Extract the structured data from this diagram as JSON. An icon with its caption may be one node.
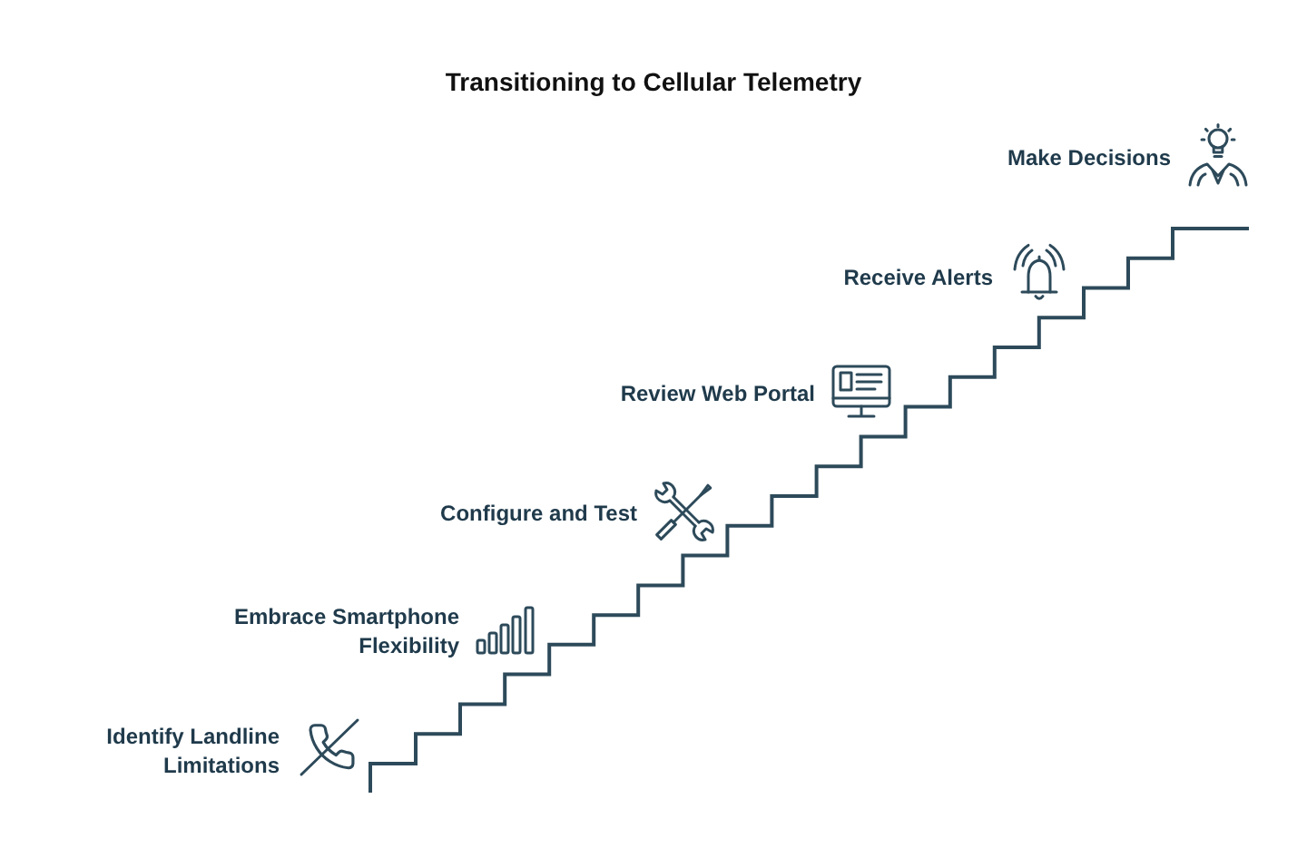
{
  "diagram": {
    "title": "Transitioning to Cellular Telemetry",
    "labels": [
      "Make Decisions",
      "Receive Alerts",
      "Review Web Portal",
      "Configure and Test",
      "Embrace Smartphone Flexibility",
      "Identify Landline Limitations"
    ]
  }
}
